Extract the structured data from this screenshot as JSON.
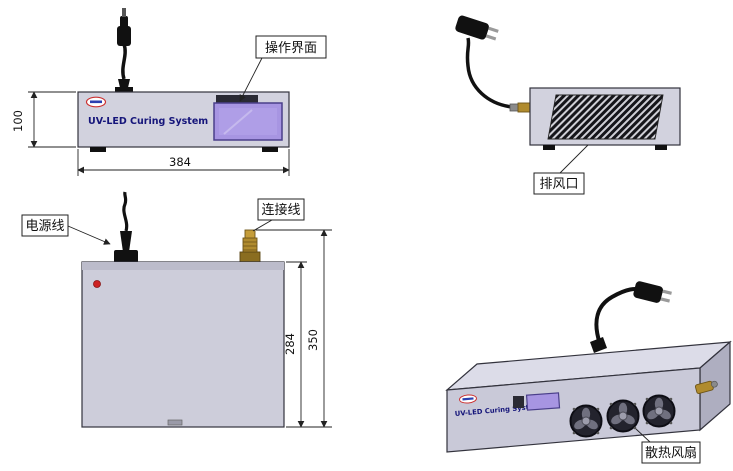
{
  "device": {
    "product_name": "UV-LED Curing System"
  },
  "callouts": {
    "operation_panel": "操作界面",
    "exhaust_vent": "排风口",
    "power_cable": "电源线",
    "connection_cable": "连接线",
    "cooling_fan": "散热风扇"
  },
  "dimensions": {
    "front_height": "100",
    "front_width": "384",
    "top_depth": "284",
    "top_total_depth": "350"
  },
  "colors": {
    "body": "#c9c9d8",
    "screen": "#a795e2",
    "brass": "#b08b2e",
    "brand_text": "#15157a",
    "indicator_red": "#cc2222"
  }
}
